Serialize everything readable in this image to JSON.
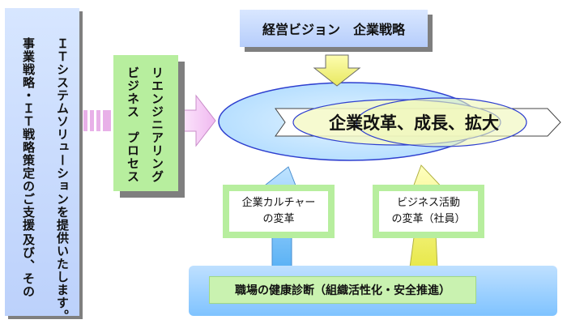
{
  "left_panel": {
    "lines": [
      "ＩＴシステムソリューションを提供いたします。",
      "事業戦略・ＩＴ戦略策定のご支援",
      "及び、その"
    ]
  },
  "reengineering": {
    "lines": [
      "リエンジニアリング",
      "ビジネス　プロセス"
    ]
  },
  "vision": {
    "label": "経営ビジョン　企業戦略"
  },
  "reform": {
    "label": "企業改革、成長、拡大"
  },
  "culture": {
    "lines": [
      "企業カルチャー",
      "の変革"
    ]
  },
  "business_activity": {
    "lines": [
      "ビジネス活動",
      "の変革（社員）"
    ]
  },
  "diagnosis": {
    "label": "職場の健康診断（組織活性化・安全推進）"
  },
  "colors": {
    "blue_panel": "#c6d9fd",
    "green_panel": "#b7ee9e",
    "pink_arrow": "#f2c6f2",
    "yellow_arrow": "#f5f56a",
    "light_blue_arrow": "#8fd0ff"
  }
}
